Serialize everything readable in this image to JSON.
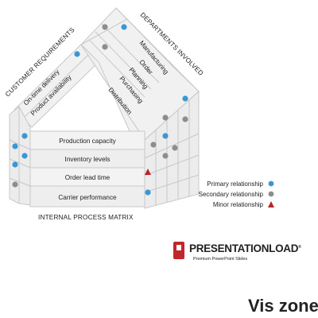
{
  "axes": {
    "customer": "CUSTOMER REQUIREMENTS",
    "departments": "DEPARTMENTS INVOLVED",
    "process": "INTERNAL PROCESS MATRIX"
  },
  "customer_requirements": [
    "On-time delivery",
    "Product availability"
  ],
  "departments": [
    "Manufacturing",
    "Order",
    "Planning",
    "Purchasing",
    "Distribution"
  ],
  "processes": [
    "Production capacity",
    "Inventory levels",
    "Order lead time",
    "Carrier performance"
  ],
  "legend": {
    "primary": "Primary relationship",
    "secondary": "Secondary relationship",
    "minor": "Minor relationship"
  },
  "colors": {
    "primary": "#3a97d4",
    "secondary": "#8d8d8d",
    "minor": "#b3262a",
    "logo": "#c0272d"
  },
  "brand": {
    "name_light": "PRESENTATION",
    "name_bold": "LOAD",
    "trademark": "®",
    "tagline": "Premium PowerPoint Slides"
  },
  "watermark": "Vis zone"
}
